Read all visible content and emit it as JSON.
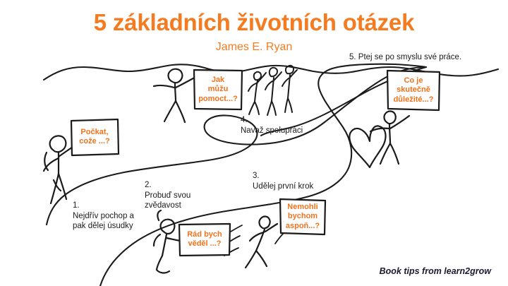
{
  "slide": {
    "title": "5 základních životních otázek",
    "subtitle": "James E. Ryan",
    "footer": "Book tips from learn2grow",
    "accent_color": "#F47B20",
    "ink_color": "#1b1b1b",
    "background_color": "#ffffff"
  },
  "steps": [
    {
      "number": "1.",
      "text": "Nejdřív pochop a\npak dělej úsudky"
    },
    {
      "number": "2.",
      "text": "Probuď svou\nzvědavost"
    },
    {
      "number": "3.",
      "text": "Udělej první krok"
    },
    {
      "number": "4.",
      "text": "Navaž spolupráci"
    },
    {
      "number": "5.",
      "text": "Ptej se po smyslu své práce."
    }
  ],
  "step_labels": {
    "one": "1.\nNejdřív pochop a\npak dělej úsudky",
    "two": "2.\nProbuď svou\nzvědavost",
    "three": "3.\nUdělej první krok",
    "four": "4.\nNavaž spolupráci",
    "five": "5. Ptej se po smyslu své práce."
  },
  "signs": [
    {
      "id": "sign-wait",
      "text": "Počkat,\ncože ...?"
    },
    {
      "id": "sign-help",
      "text": "Jak\nmůžu\npomoct...?"
    },
    {
      "id": "sign-important",
      "text": "Co je\nskutečně\ndůležité...?"
    },
    {
      "id": "sign-know",
      "text": "Rád bych\nvěděl ...?"
    },
    {
      "id": "sign-atleast",
      "text": "Nemohli\nbychom\naspoň...?"
    }
  ],
  "sign_text": {
    "wait": "Počkat,\ncože ...?",
    "help": "Jak\nmůžu\npomoct...?",
    "important": "Co je\nskutečně\ndůležité...?",
    "know": "Rád bych\nvěděl ...?",
    "atleast": "Nemohli\nbychom\naspoň...?"
  },
  "figures": [
    {
      "name": "figure-standing-with-sign-left"
    },
    {
      "name": "figure-star-celebrating-center"
    },
    {
      "name": "figure-group-of-three"
    },
    {
      "name": "figure-star-celebrating-right"
    },
    {
      "name": "figure-seated-with-sign"
    },
    {
      "name": "figure-running"
    },
    {
      "name": "heart-shape"
    }
  ]
}
